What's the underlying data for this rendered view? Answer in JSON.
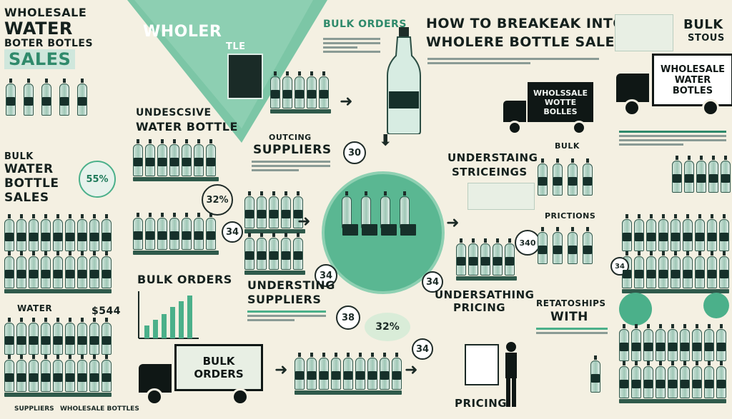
{
  "titles": {
    "main_line1": "HOW TO BREAKEAK INTO",
    "main_line2": "WHOLERE BOTTLE SALES",
    "left_top_1": "WHOLESALE",
    "left_top_2": "WATER",
    "left_top_3": "BOTER BOTLES",
    "left_top_4": "SALES",
    "green_panel": "WHOLER",
    "green_panel_sub": "TLE",
    "bulk_orders_top": "BULK ORDERS",
    "undescive_1": "UNDESCSIVE",
    "undescive_2": "WATER BOTTLE",
    "outcing": "OUTCING",
    "suppliers": "SUPPLIERS",
    "bulk_water_1": "BULK",
    "bulk_water_2": "WATER",
    "bulk_water_3": "BOTTLE",
    "bulk_water_4": "SALES",
    "understing_strc": "UNDERSTAING",
    "strcings": "STRICEINGS",
    "bulk_orders_mid": "BULK ORDERS",
    "understing_suppliers_1": "UNDERSTING",
    "understing_suppliers_2": "SUPPLIERS",
    "understating_pricing_1": "UNDERSATHING",
    "understating_pricing_2": "PRICING",
    "pricing_bottom": "PRICING",
    "retatoships_1": "RETATOSHIPS",
    "retatoships_2": "WITH",
    "water_left": "WATER",
    "bulk_right_1": "BULK",
    "bulk_right_2": "STOUS",
    "bulk_small": "BULK",
    "pricitions": "PRICTIONS",
    "bottom_right_note": "WHOLESALE BOTTLES",
    "bottom_left_note": "SUPPLIERS"
  },
  "boxes": {
    "truck_sign_right": "WHOLESALE WATER BOTLES",
    "truck_sign_mid": "WHOLSSALE WOTTE BOLLES",
    "truck_sign_bottom_1": "BULK",
    "truck_sign_bottom_2": "ORDERS"
  },
  "numbers": {
    "pct_55": "55%",
    "pct_32": "32%",
    "pct_32_b": "32%",
    "n34_a": "34",
    "n34_b": "34",
    "n34_c": "34",
    "n34_d": "34",
    "n30": "30",
    "n38": "38",
    "n340": "340",
    "usd_544": "$544",
    "n34_e": "34"
  },
  "colors": {
    "accent": "#4bb08a",
    "dark": "#0f1715",
    "background": "#f4f0e2"
  }
}
